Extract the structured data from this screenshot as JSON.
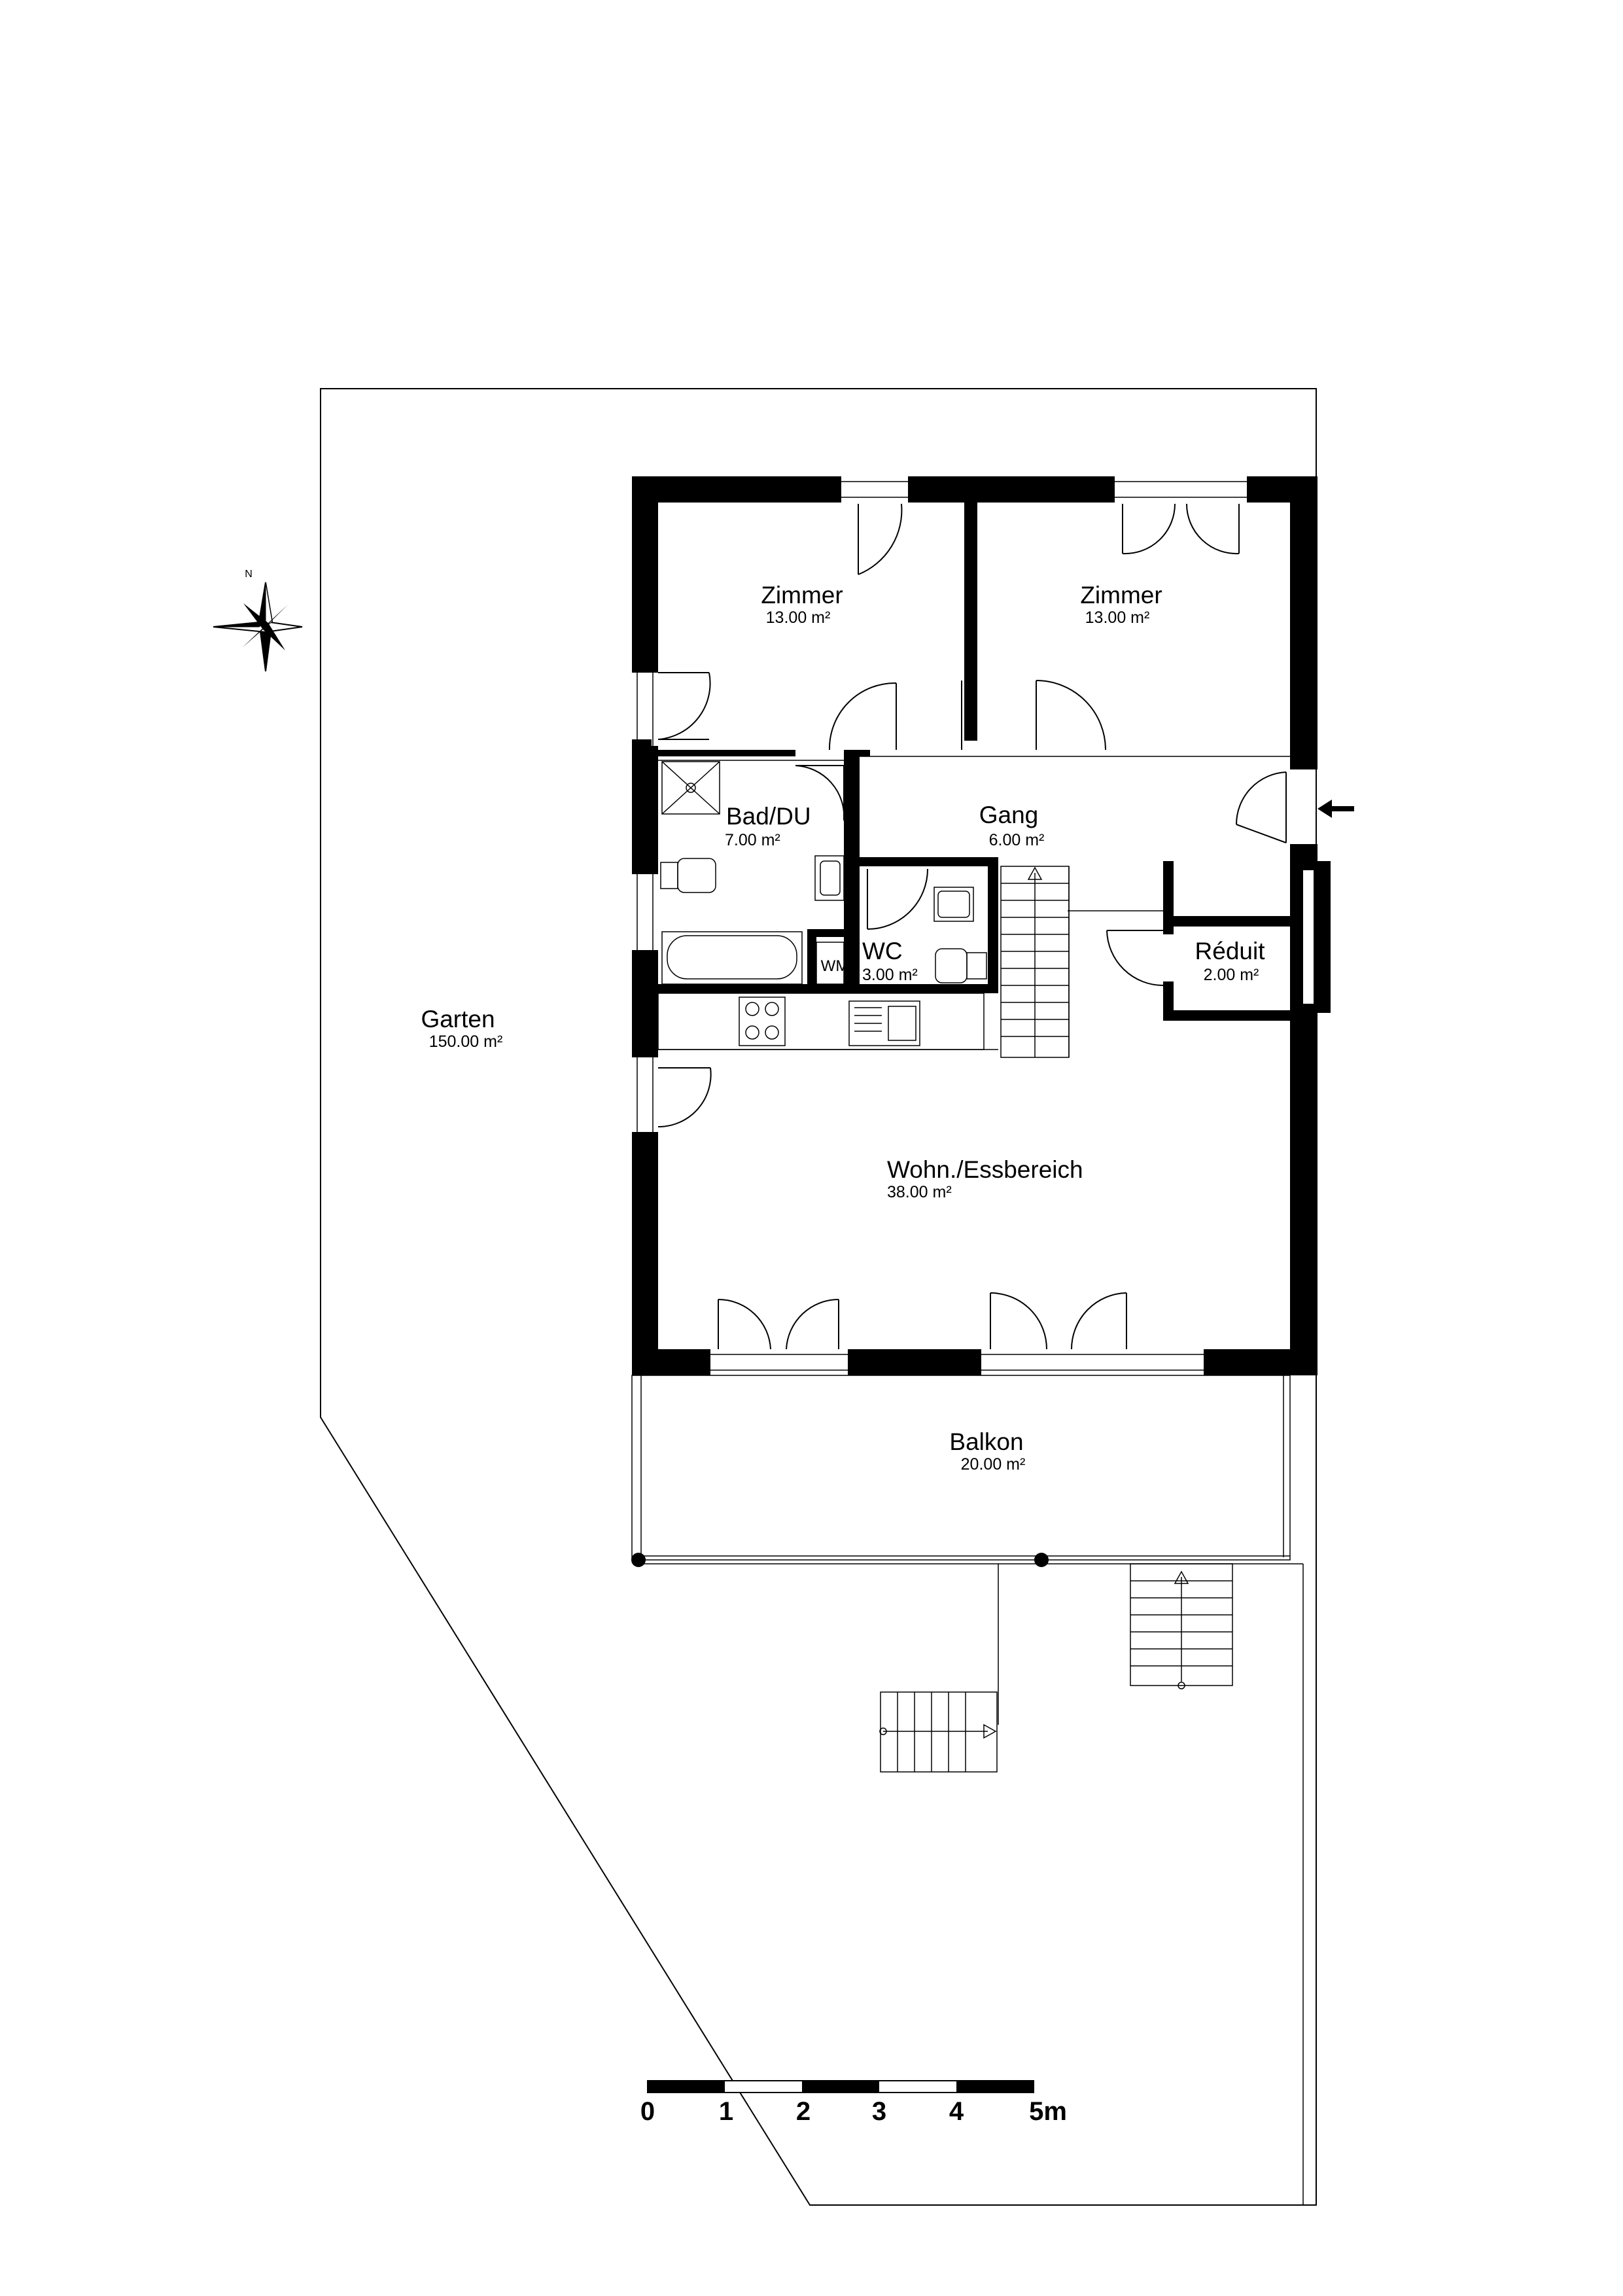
{
  "rooms": [
    {
      "id": "zimmer-1",
      "name": "Zimmer",
      "area": "13.00 m²"
    },
    {
      "id": "zimmer-2",
      "name": "Zimmer",
      "area": "13.00 m²"
    },
    {
      "id": "bad",
      "name": "Bad/DU",
      "area": "7.00 m²"
    },
    {
      "id": "gang",
      "name": "Gang",
      "area": "6.00 m²"
    },
    {
      "id": "wc",
      "name": "WC",
      "area": "3.00 m²"
    },
    {
      "id": "reduit",
      "name": "Réduit",
      "area": "2.00 m²"
    },
    {
      "id": "garten",
      "name": "Garten",
      "area": "150.00 m²"
    },
    {
      "id": "wohn",
      "name": "Wohn./Essbereich",
      "area": "38.00 m²"
    },
    {
      "id": "balkon",
      "name": "Balkon",
      "area": "20.00 m²"
    }
  ],
  "fixtures": {
    "washing_machine": "WM"
  },
  "compass": {
    "north_label": "N",
    "icon": "compass-rose-icon"
  },
  "entrance": {
    "icon": "entrance-arrow-icon"
  },
  "scale_bar": {
    "labels": [
      "0",
      "1",
      "2",
      "3",
      "4",
      "5m"
    ]
  }
}
